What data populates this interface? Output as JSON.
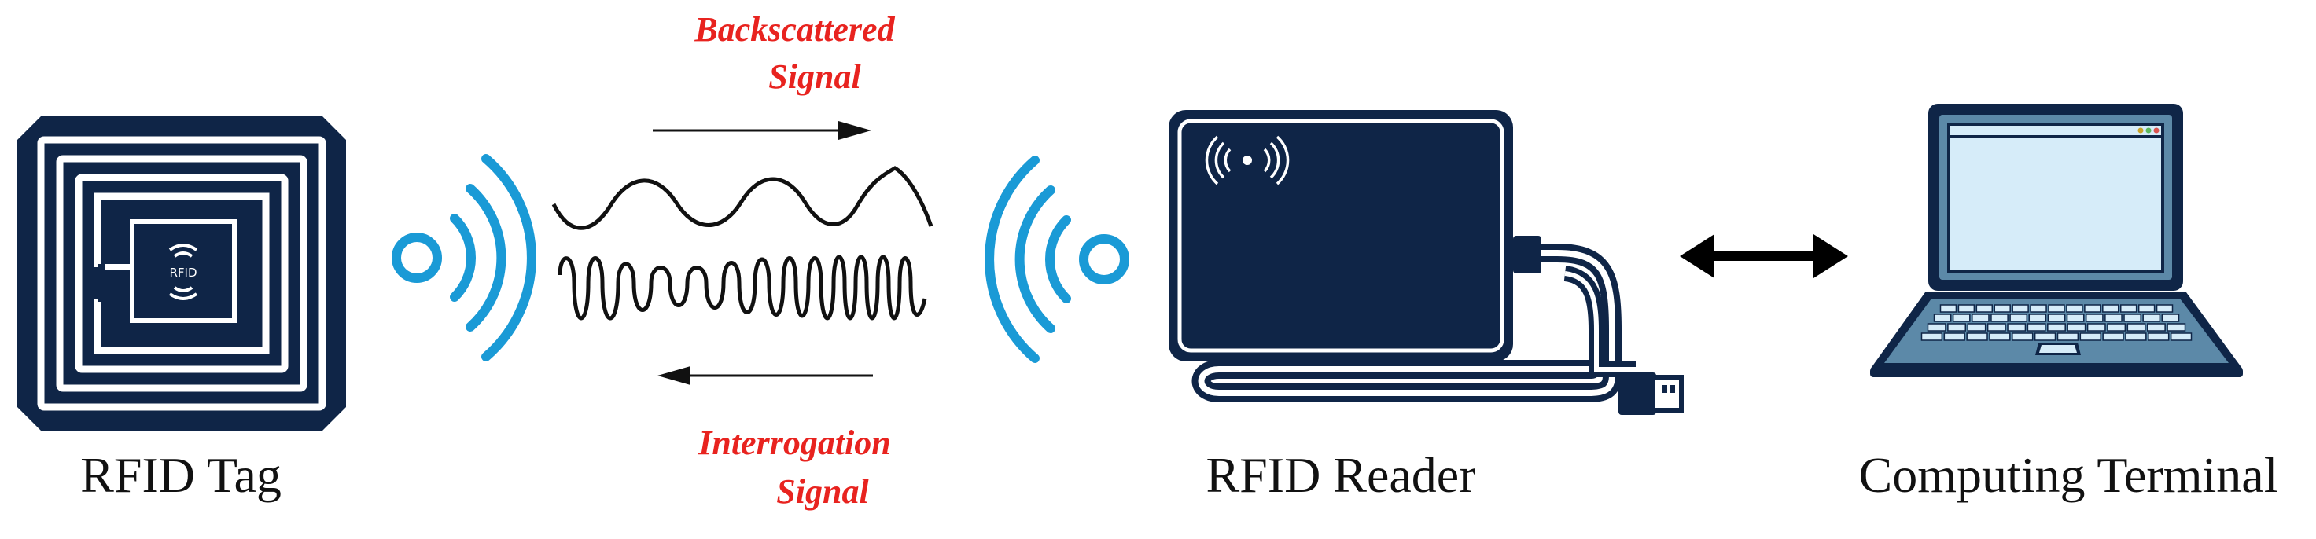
{
  "labels": {
    "tag": "RFID Tag",
    "reader": "RFID Reader",
    "terminal": "Computing Terminal",
    "backscattered_line1": "Backscattered",
    "backscattered_line2": "Signal",
    "interrogation_line1": "Interrogation",
    "interrogation_line2": "Signal",
    "chip_text": "RFID"
  },
  "colors": {
    "navy": "#0f2547",
    "wave_blue": "#1a9ad6",
    "signal_red": "#e8231f",
    "laptop_body": "#5c89a8",
    "screen_fill": "#d6ecf9"
  },
  "icons": {
    "tag": "rfid-tag-icon",
    "reader": "rfid-reader-icon",
    "terminal": "laptop-icon"
  }
}
